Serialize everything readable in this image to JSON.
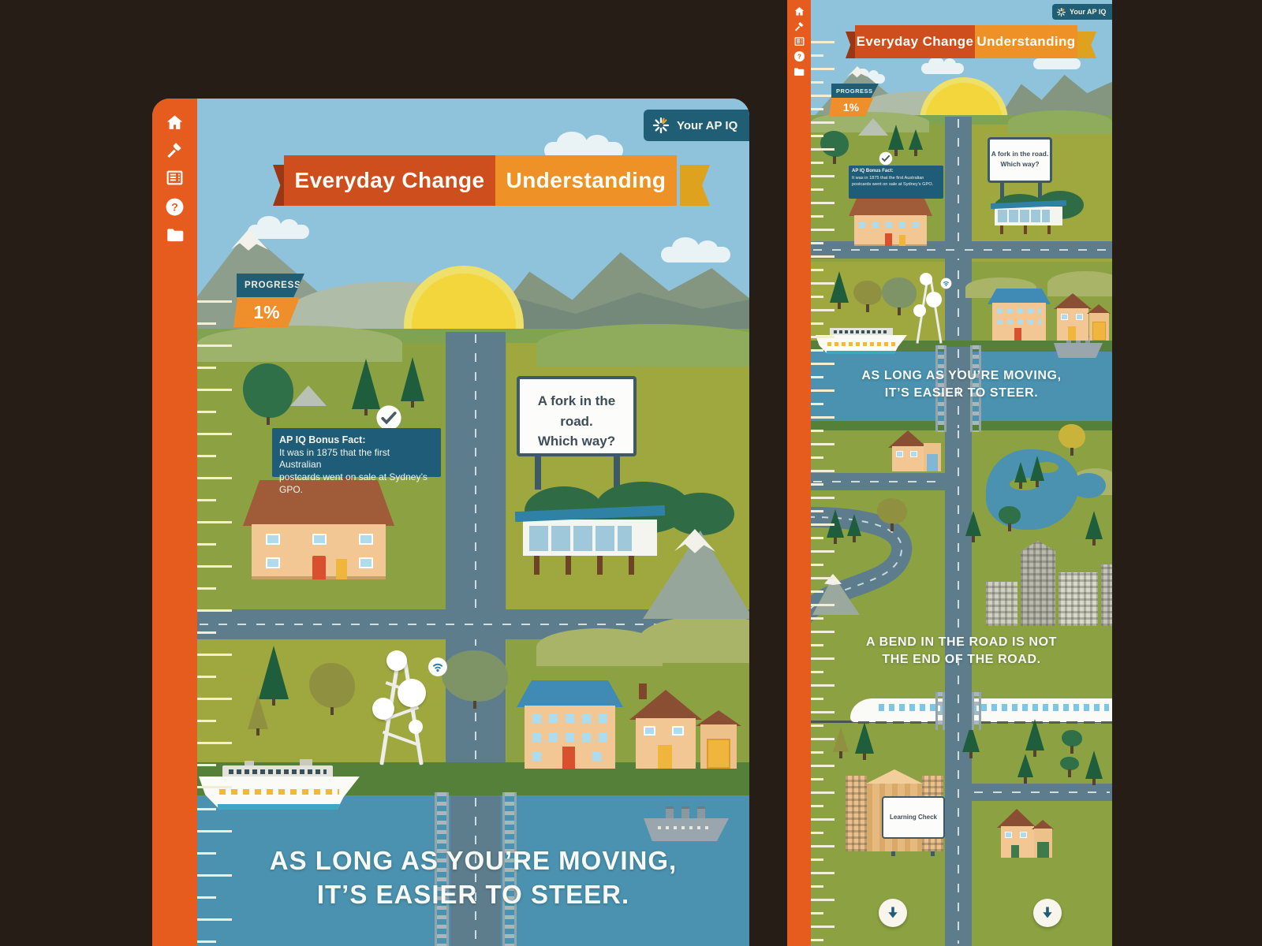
{
  "app_badge": {
    "label": "Your AP IQ"
  },
  "banner": {
    "left_label": "Everyday Change",
    "right_label": "Understanding"
  },
  "progress": {
    "label": "PROGRESS",
    "value": "1%"
  },
  "bonus_fact": {
    "title": "AP IQ Bonus Fact:",
    "line1": "It was in 1875 that the first Australian",
    "line2": "postcards went on sale at Sydney’s GPO."
  },
  "fork_billboard": {
    "line1": "A fork in the road.",
    "line2": "Which way?"
  },
  "slogans": {
    "moving_line1": "AS LONG AS YOU’RE MOVING,",
    "moving_line2": "IT’S EASIER TO STEER.",
    "bend_line1": "A BEND IN THE ROAD IS NOT",
    "bend_line2": "THE END OF THE ROAD."
  },
  "learning_check": {
    "label": "Learning Check"
  },
  "sidebar": {
    "icons": [
      "home",
      "hammer",
      "list",
      "help",
      "folder"
    ]
  },
  "colors": {
    "sidebar_orange": "#E65C1E",
    "banner_red": "#CE4E1D",
    "banner_amber": "#EE9227",
    "teal": "#1F5E74",
    "sky_blue": "#8FC3DC",
    "water_blue": "#4A92AF",
    "road_slate": "#5D7D8D",
    "grass_green": "#8CA242",
    "progress_orange": "#EF8F2B"
  }
}
